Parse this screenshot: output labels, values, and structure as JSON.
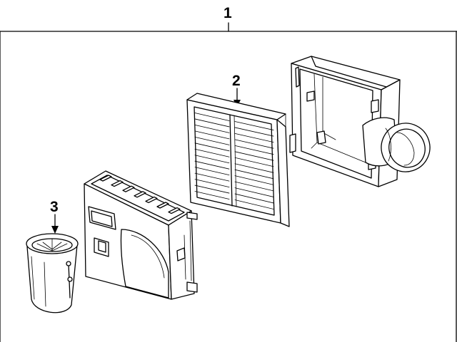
{
  "diagram": {
    "callouts": [
      {
        "id": "1",
        "label": "1"
      },
      {
        "id": "2",
        "label": "2"
      },
      {
        "id": "3",
        "label": "3"
      }
    ],
    "parts": [
      {
        "callout": "1",
        "name": "air-cleaner-assembly"
      },
      {
        "callout": "2",
        "name": "air-filter-element"
      },
      {
        "callout": "3",
        "name": "intake-duct-resonator"
      }
    ]
  }
}
